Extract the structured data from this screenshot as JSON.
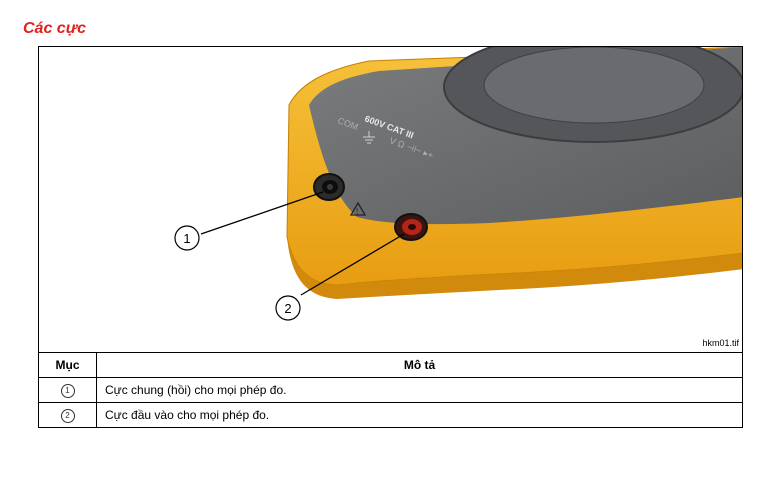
{
  "section": {
    "title": "Các cực"
  },
  "figure": {
    "caption": "hkm01.tif",
    "callouts": [
      "1",
      "2"
    ],
    "device_markings": {
      "rating": "600V CAT III",
      "com_label": "COM",
      "input_symbols": "V Ω ⊣⊢ ▸+"
    },
    "colors": {
      "case_yellow": "#f2b01c",
      "face_gray": "#6e6f71",
      "jack_red": "#b42418",
      "jack_black": "#1a1a1a"
    }
  },
  "table": {
    "headers": {
      "item": "Mục",
      "description": "Mô tả"
    },
    "rows": [
      {
        "item": "1",
        "description": "Cực chung (hồi) cho mọi phép đo."
      },
      {
        "item": "2",
        "description": "Cực đầu vào cho mọi phép đo."
      }
    ]
  }
}
